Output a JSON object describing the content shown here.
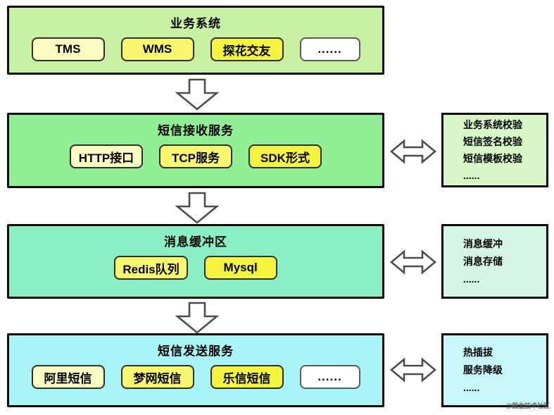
{
  "layers": [
    {
      "title": "业务系统",
      "items": [
        {
          "label": "TMS"
        },
        {
          "label": "WMS"
        },
        {
          "label": "探花交友"
        },
        {
          "label": "......"
        }
      ]
    },
    {
      "title": "短信接收服务",
      "items": [
        {
          "label": "HTTP接口"
        },
        {
          "label": "TCP服务"
        },
        {
          "label": "SDK形式"
        }
      ]
    },
    {
      "title": "消息缓冲区",
      "items": [
        {
          "label": "Redis队列"
        },
        {
          "label": "Mysql"
        }
      ]
    },
    {
      "title": "短信发送服务",
      "items": [
        {
          "label": "阿里短信"
        },
        {
          "label": "梦网短信"
        },
        {
          "label": "乐信短信"
        },
        {
          "label": "......"
        }
      ]
    }
  ],
  "sides": [
    {
      "lines": [
        "业务系统校验",
        "短信签名校验",
        "短信模板校验",
        "......"
      ]
    },
    {
      "lines": [
        "消息缓冲",
        "消息存储",
        "......"
      ]
    },
    {
      "lines": [
        "热插拔",
        "服务降级",
        "......"
      ]
    }
  ],
  "watermark": "@掘金技术社区",
  "colors": {
    "layer_fills": [
      "#C9F1A3",
      "#90EE95",
      "#8AEFC3",
      "#A9F4F6"
    ],
    "side_fills": [
      "#D7F5C7",
      "#D5F6E4",
      "#C7F7F9"
    ],
    "chip_pale": "#FCFCC2",
    "chip_medium": "#F8F76E",
    "chip_strong": "#F4F43E",
    "chip_plain": "#FFFFFF",
    "border": "#0a0a0a",
    "arrow_outline": "#4d4d4d"
  }
}
